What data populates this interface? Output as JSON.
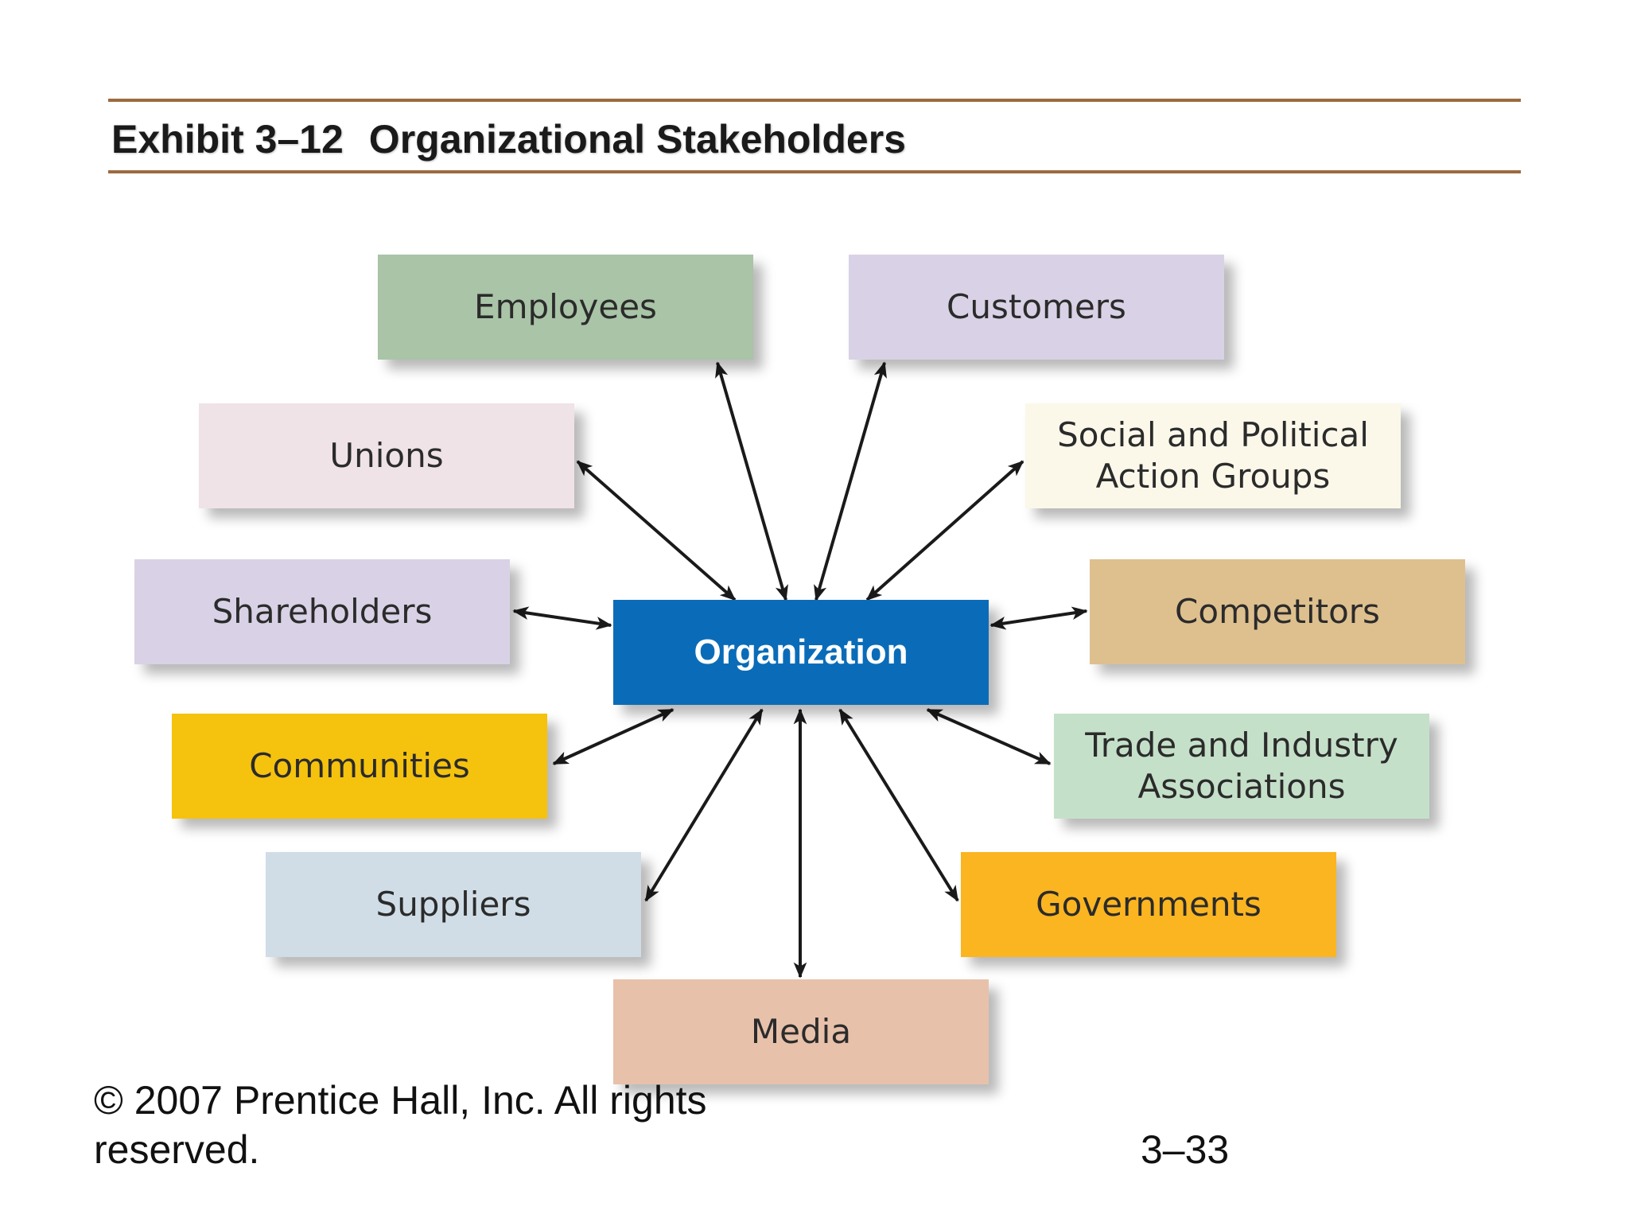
{
  "header": {
    "exhibit_number": "Exhibit 3–12",
    "exhibit_title": "Organizational Stakeholders"
  },
  "diagram": {
    "center": {
      "label": "Organization",
      "color": "#0a6cb8"
    },
    "stakeholders": [
      {
        "id": "employees",
        "label": "Employees",
        "color": "#a9c4a7"
      },
      {
        "id": "customers",
        "label": "Customers",
        "color": "#d9d2e6"
      },
      {
        "id": "unions",
        "label": "Unions",
        "color": "#efe3e8"
      },
      {
        "id": "social",
        "label": "Social and Political\nAction Groups",
        "color": "#fbf8ea"
      },
      {
        "id": "shareholders",
        "label": "Shareholders",
        "color": "#d9d2e6"
      },
      {
        "id": "competitors",
        "label": "Competitors",
        "color": "#dec08f"
      },
      {
        "id": "communities",
        "label": "Communities",
        "color": "#f5c20e"
      },
      {
        "id": "trade",
        "label": "Trade and Industry\nAssociations",
        "color": "#c5e0c9"
      },
      {
        "id": "suppliers",
        "label": "Suppliers",
        "color": "#d0dde7"
      },
      {
        "id": "governments",
        "label": "Governments",
        "color": "#fbb521"
      },
      {
        "id": "media",
        "label": "Media",
        "color": "#e8c1aa"
      }
    ],
    "arrow_color": "#1a1a1a"
  },
  "footer": {
    "copyright_line1": "© 2007 Prentice Hall, Inc. All rights",
    "copyright_line2": "reserved.",
    "slide_number": "3–33"
  }
}
